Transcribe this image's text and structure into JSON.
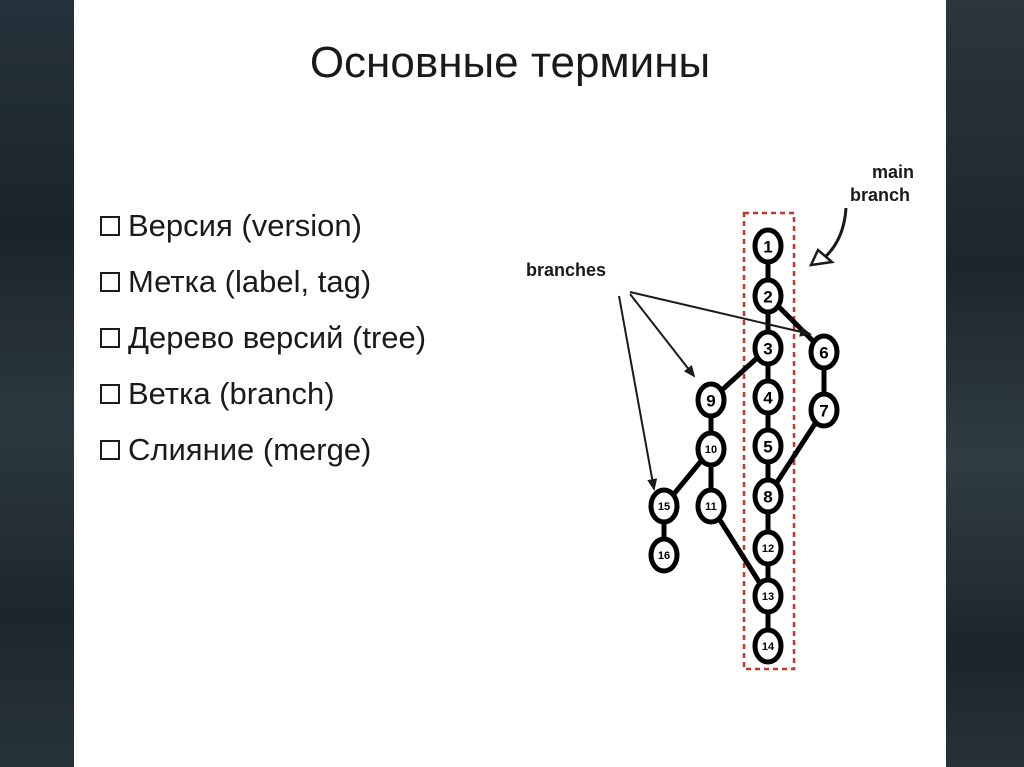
{
  "slide": {
    "title": "Основные термины",
    "bullets": [
      "Версия (version)",
      "Метка (label, tag)",
      "Дерево версий (tree)",
      "Ветка (branch)",
      "Слияние (merge)"
    ]
  },
  "diagram": {
    "annotations": {
      "main_branch_line1": "main",
      "main_branch_line2": "branch",
      "branches": "branches"
    },
    "nodes": [
      {
        "id": "1",
        "label": "1"
      },
      {
        "id": "2",
        "label": "2"
      },
      {
        "id": "3",
        "label": "3"
      },
      {
        "id": "4",
        "label": "4"
      },
      {
        "id": "5",
        "label": "5"
      },
      {
        "id": "6",
        "label": "6"
      },
      {
        "id": "7",
        "label": "7"
      },
      {
        "id": "8",
        "label": "8"
      },
      {
        "id": "9",
        "label": "9"
      },
      {
        "id": "10",
        "label": "10"
      },
      {
        "id": "11",
        "label": "11"
      },
      {
        "id": "12",
        "label": "12"
      },
      {
        "id": "13",
        "label": "13"
      },
      {
        "id": "14",
        "label": "14"
      },
      {
        "id": "15",
        "label": "15"
      },
      {
        "id": "16",
        "label": "16"
      }
    ],
    "edges": [
      [
        "1",
        "2"
      ],
      [
        "2",
        "3"
      ],
      [
        "3",
        "4"
      ],
      [
        "4",
        "5"
      ],
      [
        "5",
        "8"
      ],
      [
        "8",
        "12"
      ],
      [
        "12",
        "13"
      ],
      [
        "13",
        "14"
      ],
      [
        "2",
        "6"
      ],
      [
        "6",
        "7"
      ],
      [
        "7",
        "8"
      ],
      [
        "3",
        "9"
      ],
      [
        "9",
        "10"
      ],
      [
        "10",
        "11"
      ],
      [
        "11",
        "13"
      ],
      [
        "10",
        "15"
      ],
      [
        "15",
        "16"
      ]
    ]
  }
}
